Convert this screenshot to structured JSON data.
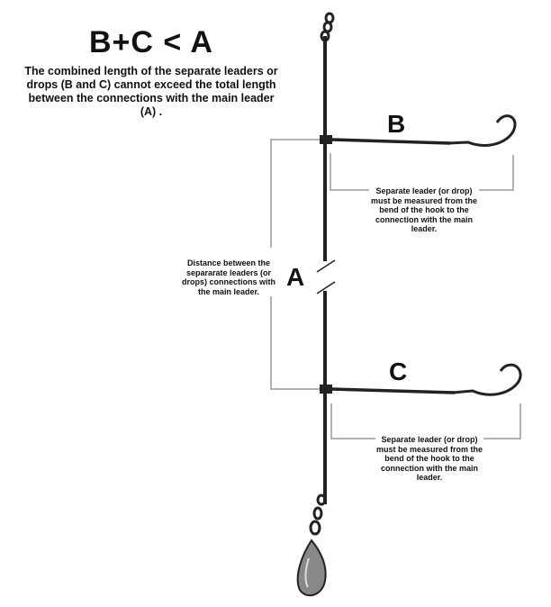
{
  "title": "B+C < A",
  "intro": "The combined length of the separate leaders or drops (B and C) cannot exceed the total length between the connections with the main leader (A) .",
  "labels": {
    "a": "A",
    "b": "B",
    "c": "C"
  },
  "notes": {
    "b": "Separate leader (or drop) must be measured from the bend of the hook to the connection with the main leader.",
    "a": "Distance between the separarate leaders (or drops) connections with the main leader.",
    "c": "Separate leader (or drop) must be measured from the bend of the hook to the connection with the main leader."
  }
}
